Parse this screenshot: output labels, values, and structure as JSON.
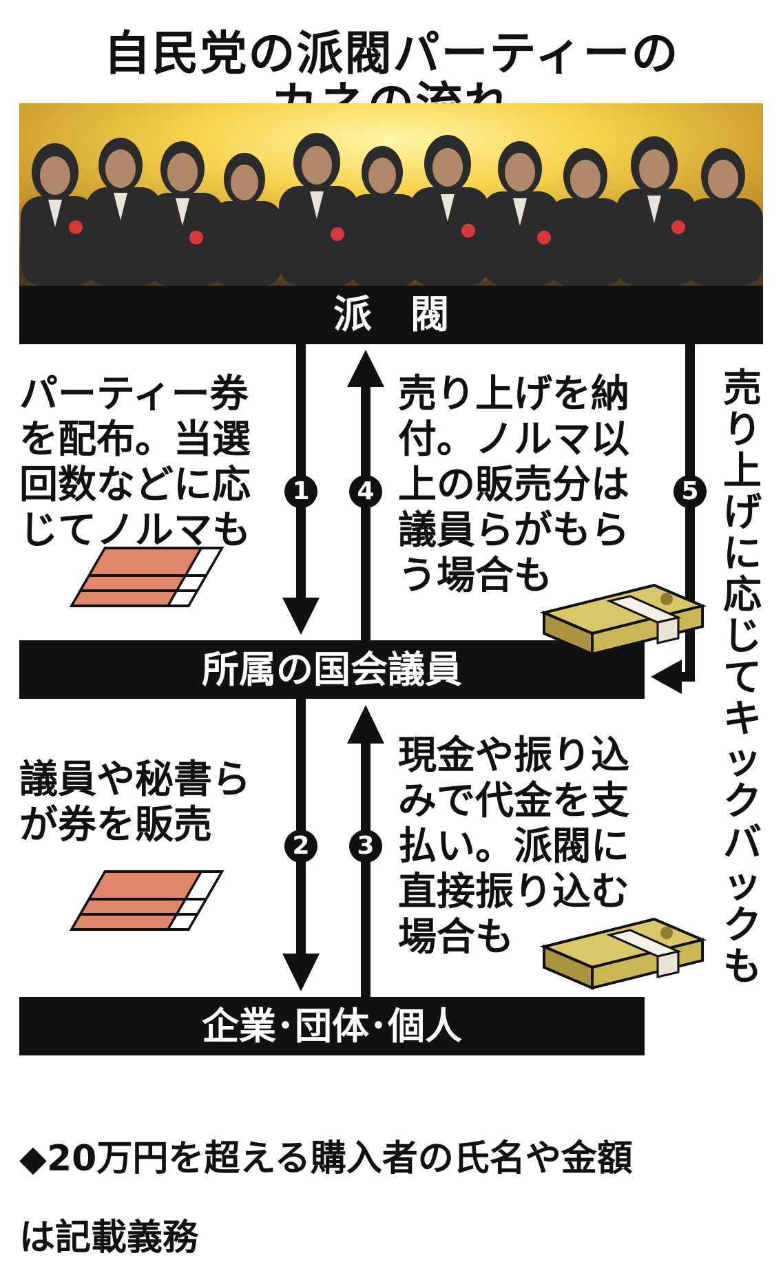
{
  "title": {
    "line1": "自民党の派閥パーティーの",
    "line2": "カネの流れ"
  },
  "photo": {
    "description_icon": "crowd-photo"
  },
  "nodes": {
    "faction": "派　閥",
    "lawmaker": "所属の国会議員",
    "donors": "企業･団体･個人"
  },
  "steps": [
    {
      "num": "1",
      "text": "パーティー券\nを配布。当選\n回数などに応\nじてノルマも"
    },
    {
      "num": "2",
      "text": "議員や秘書ら\nが券を販売"
    },
    {
      "num": "3",
      "text": "現金や振り込\nみで代金を支\n払い。派閥に\n直接振り込む\n場合も"
    },
    {
      "num": "4",
      "text": "売り上げを納\n付。ノルマ以\n上の販売分は\n議員らがもら\nう場合も"
    },
    {
      "num": "5",
      "text": "売り上げに応じてキックバックも"
    }
  ],
  "footer": {
    "line1": "◆20万円を超える購入者の氏名や金額",
    "line2": "は記載義務"
  },
  "colors": {
    "bar": "#111111",
    "ticket": "#e0866a",
    "money": "#c9b654",
    "photo_glow": "#f2c94a"
  }
}
